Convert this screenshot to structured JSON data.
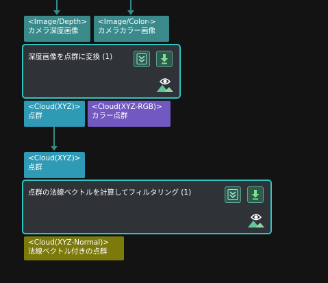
{
  "inputs_top": [
    {
      "type": "<Image/Depth>",
      "name": "カメラ深度画像"
    },
    {
      "type": "<Image/Color->",
      "name": "カメラカラー画像"
    }
  ],
  "node1": {
    "title": "深度画像を点群に変換 (1)",
    "outputs": [
      {
        "type": "<Cloud(XYZ)>",
        "name": "点群"
      },
      {
        "type": "<Cloud(XYZ-RGB)>",
        "name": "カラー点群"
      }
    ]
  },
  "node2": {
    "input": {
      "type": "<Cloud(XYZ)>",
      "name": "点群"
    },
    "title": "点群の法線ベクトルを計算してフィルタリング (1)",
    "outputs": [
      {
        "type": "<Cloud(XYZ-Normal)>",
        "name": "法線ベクトル付きの点群"
      }
    ]
  },
  "icons": {
    "collapse": "double-chevron-down-icon",
    "download": "download-arrow-icon",
    "visualize": "eye-landscape-icon"
  },
  "colors": {
    "node_border": "#2dc5c2",
    "port_image": "#3a8a8b",
    "port_cloud_xyz": "#2e9ab6",
    "port_cloud_rgb": "#7259c1",
    "port_cloud_normal": "#7d7a0c",
    "connector": "#3a8a8b"
  }
}
